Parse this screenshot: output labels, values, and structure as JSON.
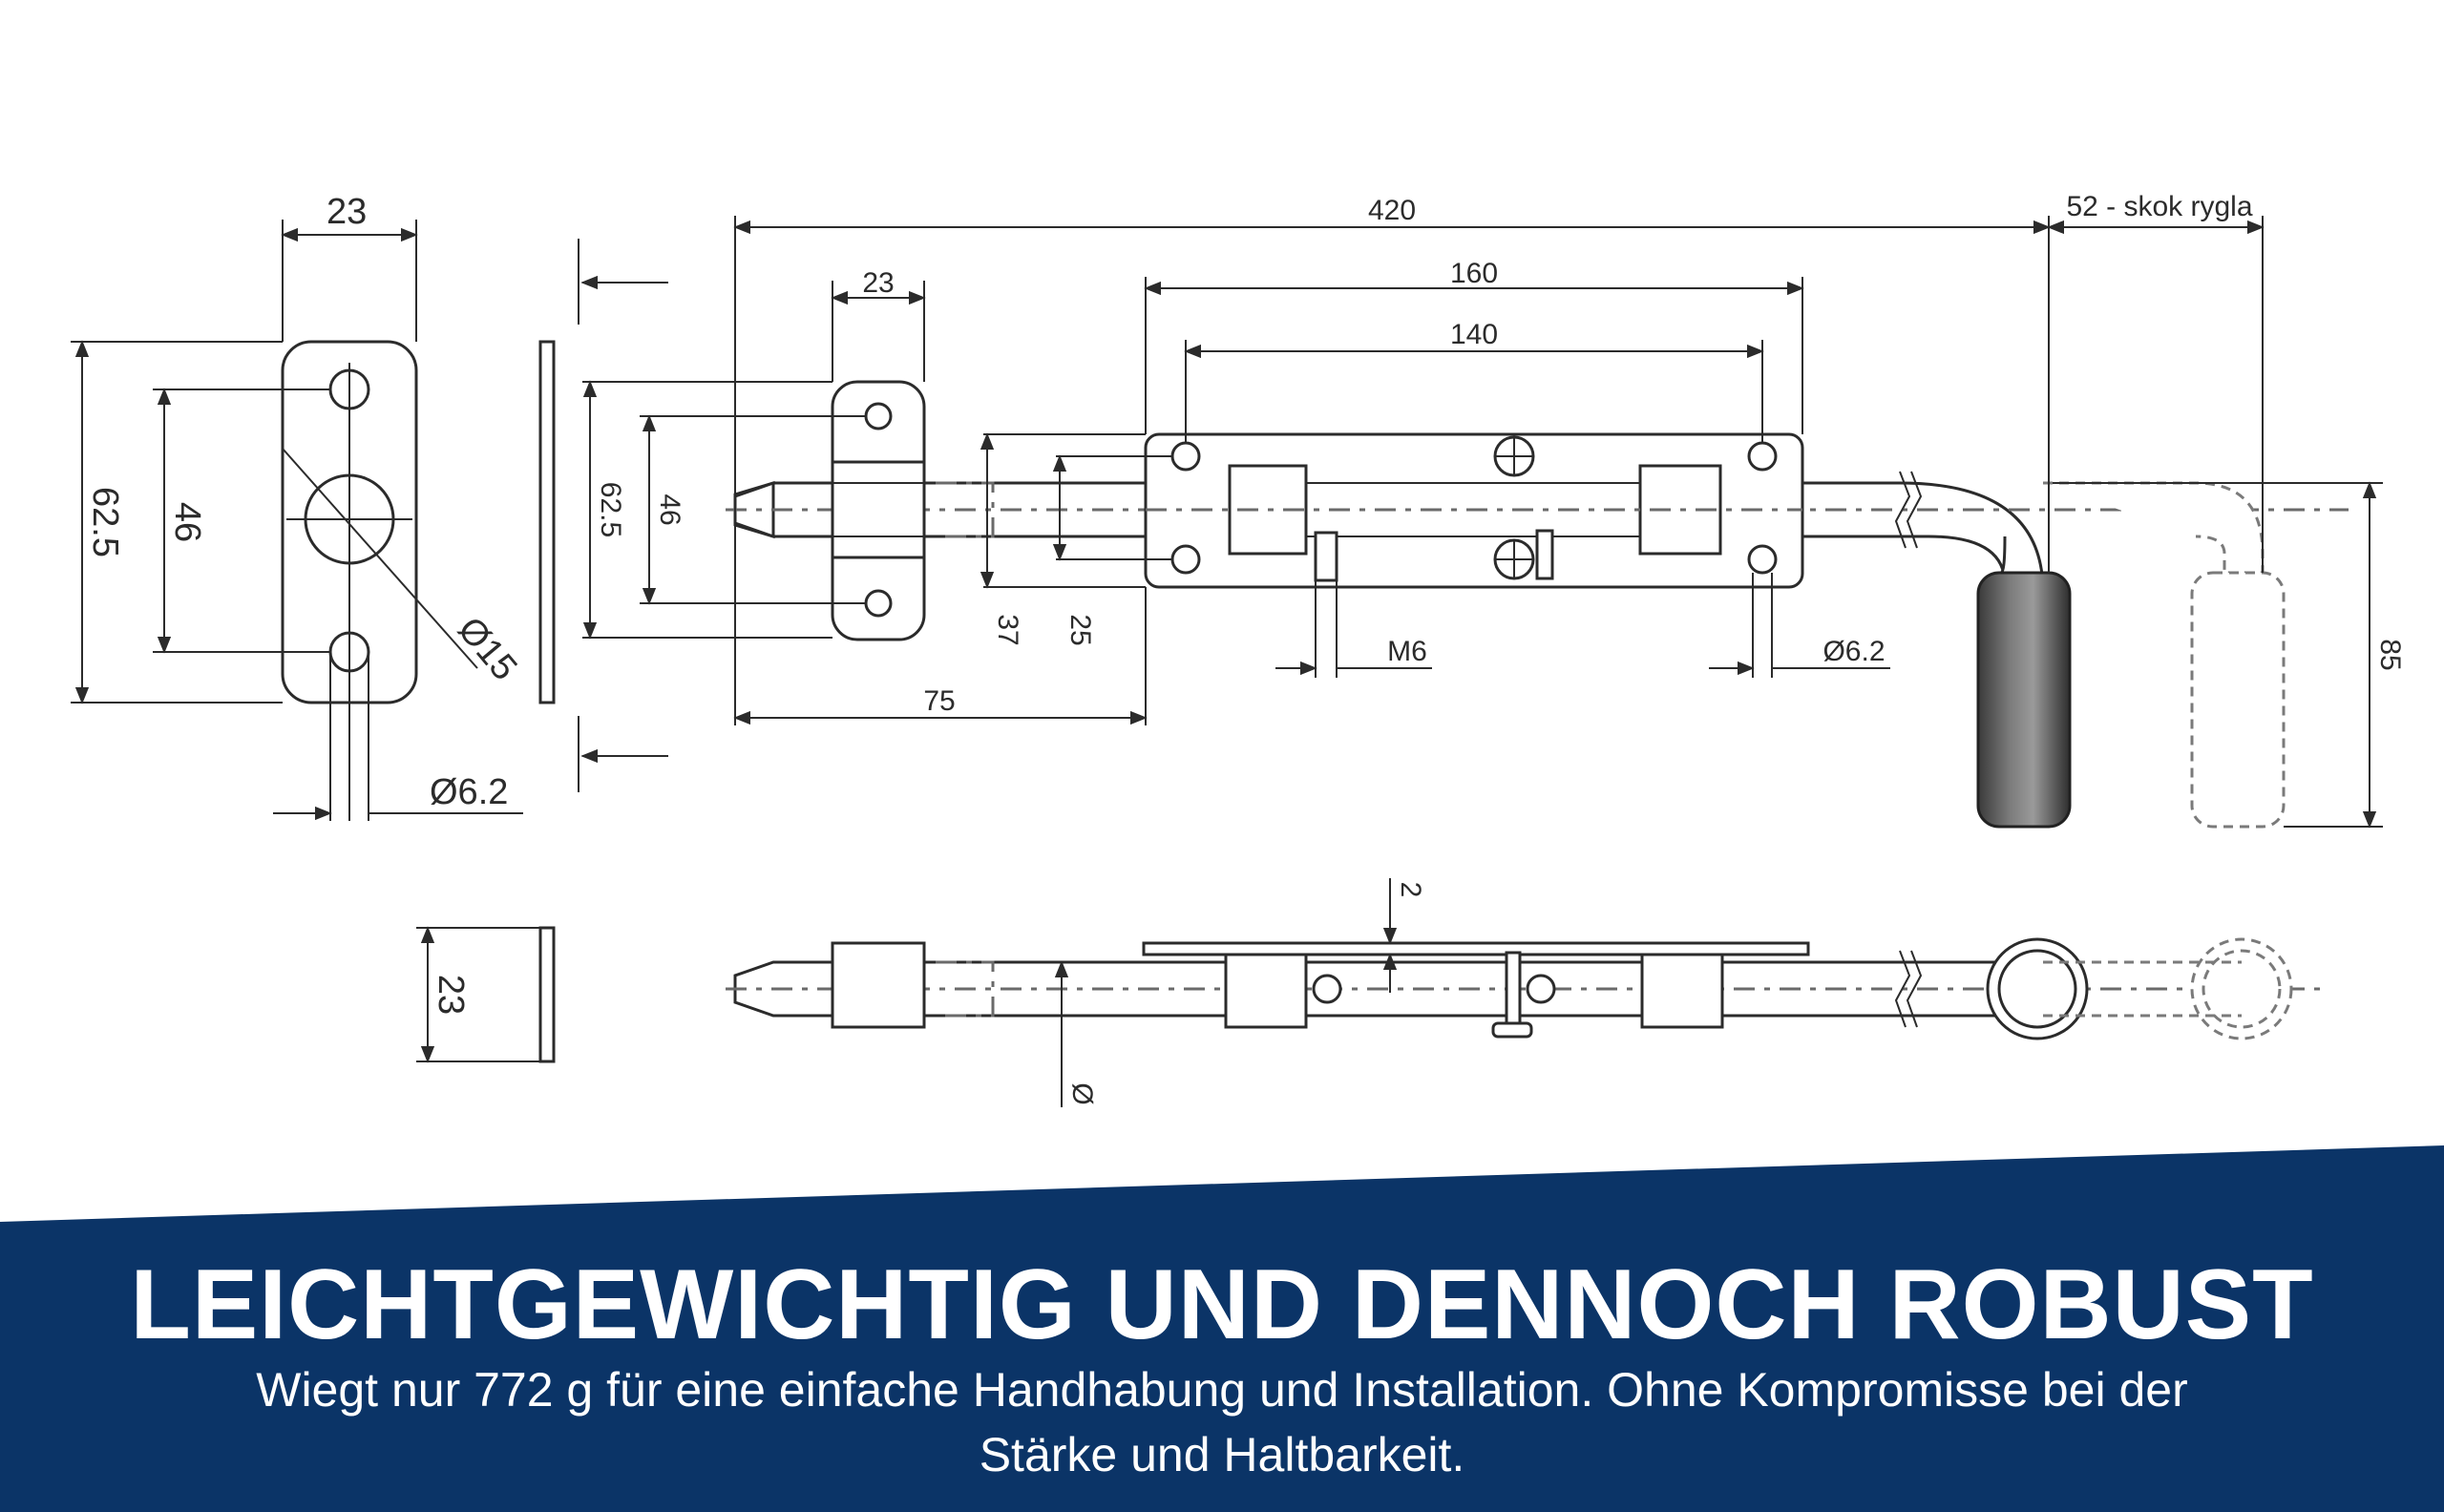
{
  "dimensions": {
    "plate_width": "23",
    "plate_height": "62.5",
    "plate_hole_spacing": "46",
    "plate_center_hole": "Ø15",
    "plate_small_hole": "Ø6.2",
    "side_width": "23",
    "total_length": "420",
    "bolt_travel": "52 - skok rygla",
    "guide_width": "23",
    "base_length": "160",
    "base_hole_spacing": "140",
    "guide_height": "62.5",
    "guide_hole_spacing": "46",
    "base_height": "37",
    "base_hole_vertical": "25",
    "offset": "75",
    "thread": "M6",
    "base_hole": "Ø6.2",
    "handle_drop": "85",
    "plate_thickness": "2",
    "rod_diameter": "Ø"
  },
  "banner": {
    "title": "LEICHTGEWICHTIG UND DENNOCH ROBUST",
    "line1": "Wiegt nur 772 g für eine einfache Handhabung und Installation. Ohne Kompromisse bei der",
    "line2": "Stärke und Haltbarkeit."
  },
  "colors": {
    "banner_bg": "#0b3467",
    "banner_text": "#ffffff",
    "line": "#2b2b2b"
  }
}
